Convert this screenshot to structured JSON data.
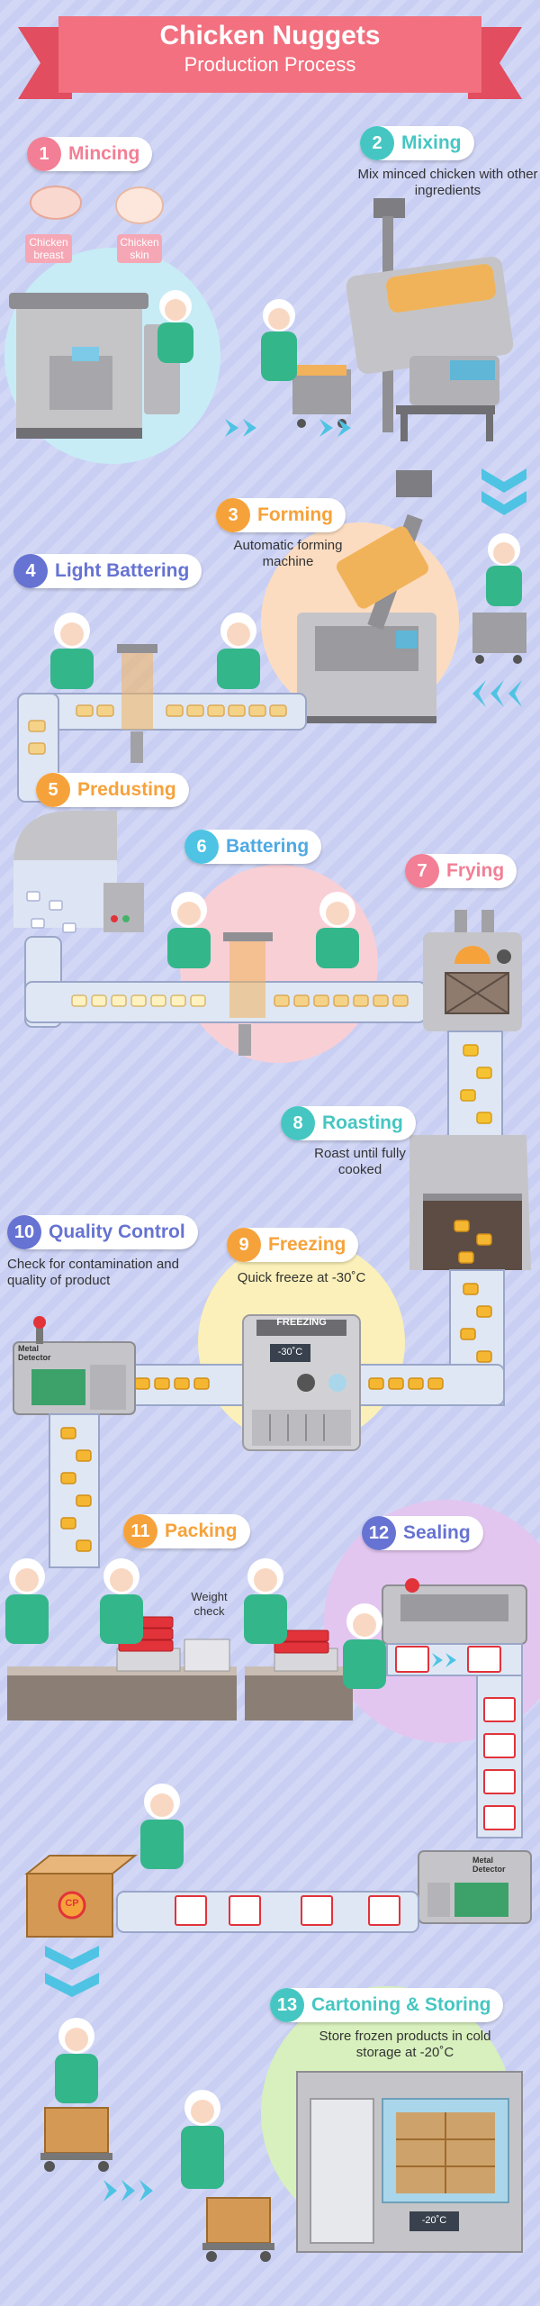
{
  "title": {
    "line1": "Chicken Nuggets",
    "line2": "Production Process"
  },
  "colors": {
    "pink": "#f27f95",
    "teal": "#46c6c2",
    "orange": "#f6a23b",
    "indigo": "#6673d2",
    "red": "#e2333a",
    "bg": "#cdd3f3"
  },
  "steps": [
    {
      "num": "1",
      "label": "Mincing",
      "desc": ""
    },
    {
      "num": "2",
      "label": "Mixing",
      "desc": "Mix minced chicken with other ingredients"
    },
    {
      "num": "3",
      "label": "Forming",
      "desc": "Automatic forming machine"
    },
    {
      "num": "4",
      "label": "Light Battering",
      "desc": ""
    },
    {
      "num": "5",
      "label": "Predusting",
      "desc": ""
    },
    {
      "num": "6",
      "label": "Battering",
      "desc": ""
    },
    {
      "num": "7",
      "label": "Frying",
      "desc": ""
    },
    {
      "num": "8",
      "label": "Roasting",
      "desc": "Roast until fully cooked"
    },
    {
      "num": "9",
      "label": "Freezing",
      "desc": "Quick freeze at -30˚C"
    },
    {
      "num": "10",
      "label": "Quality Control",
      "desc": "Check for contamination and quality of product"
    },
    {
      "num": "11",
      "label": "Packing",
      "desc": ""
    },
    {
      "num": "12",
      "label": "Sealing",
      "desc": ""
    },
    {
      "num": "13",
      "label": "Cartoning & Storing",
      "desc": "Store frozen products in cold storage at -20˚C"
    }
  ],
  "labels": {
    "chicken_breast": "Chicken breast",
    "chicken_skin": "Chicken skin",
    "weight_check": "Weight check",
    "freezing_sign": "FREEZING",
    "freezer_temp": "-30˚C",
    "metal_detector": "Metal Detector",
    "storage_temp": "-20˚C",
    "brand": "CP"
  }
}
